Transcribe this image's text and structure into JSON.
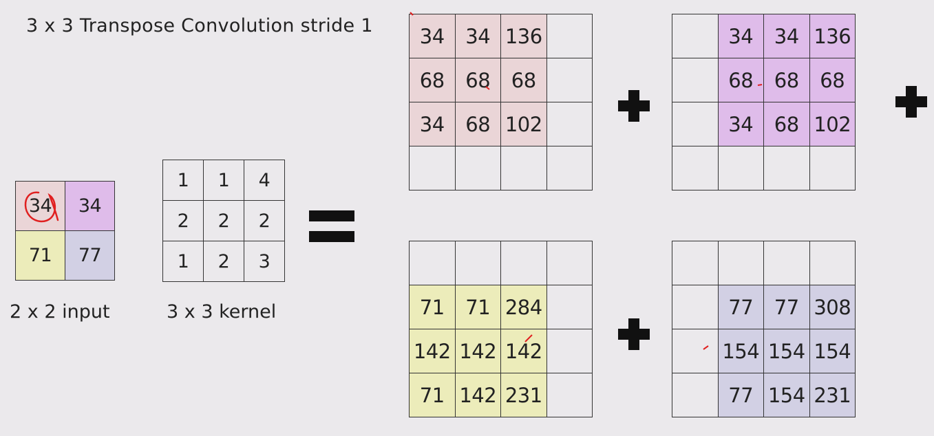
{
  "title": "3 x 3 Transpose Convolution stride 1",
  "input": {
    "label": "2 x 2 input",
    "cells": [
      {
        "v": "34",
        "bg": "pink"
      },
      {
        "v": "34",
        "bg": "purple"
      },
      {
        "v": "71",
        "bg": "yellow"
      },
      {
        "v": "77",
        "bg": "lav"
      }
    ]
  },
  "kernel": {
    "label": "3 x 3 kernel",
    "values": [
      "1",
      "1",
      "4",
      "2",
      "2",
      "2",
      "1",
      "2",
      "3"
    ]
  },
  "outputs": [
    {
      "name": "top-left",
      "color": "pink",
      "row_offset": 0,
      "col_offset": 0,
      "values": [
        [
          "34",
          "34",
          "136"
        ],
        [
          "68",
          "68",
          "68"
        ],
        [
          "34",
          "68",
          "102"
        ]
      ]
    },
    {
      "name": "top-right",
      "color": "purple",
      "row_offset": 0,
      "col_offset": 1,
      "values": [
        [
          "34",
          "34",
          "136"
        ],
        [
          "68",
          "68",
          "68"
        ],
        [
          "34",
          "68",
          "102"
        ]
      ]
    },
    {
      "name": "bottom-left",
      "color": "yellow",
      "row_offset": 1,
      "col_offset": 0,
      "values": [
        [
          "71",
          "71",
          "284"
        ],
        [
          "142",
          "142",
          "142"
        ],
        [
          "71",
          "142",
          "231"
        ]
      ]
    },
    {
      "name": "bottom-right",
      "color": "lav",
      "row_offset": 1,
      "col_offset": 1,
      "values": [
        [
          "77",
          "77",
          "308"
        ],
        [
          "154",
          "154",
          "154"
        ],
        [
          "77",
          "154",
          "231"
        ]
      ]
    }
  ],
  "colors": {
    "pink": "#ead5d7",
    "purple": "#dfbcea",
    "yellow": "#ececba",
    "lav": "#d2d0e4",
    "annotation": "#e02020"
  }
}
